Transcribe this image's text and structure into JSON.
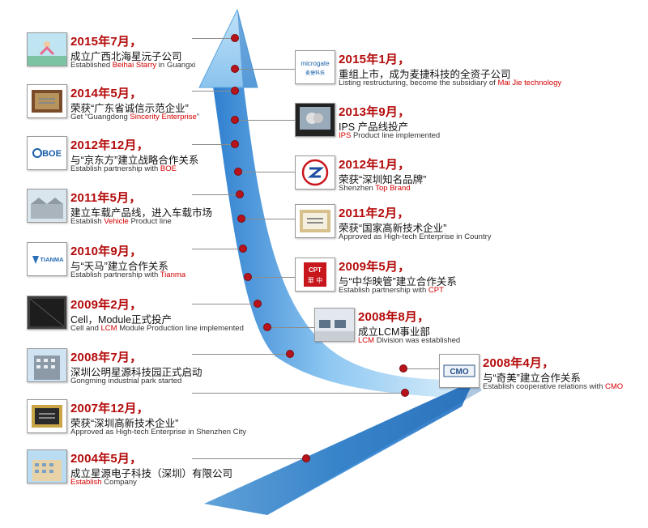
{
  "events": [
    {
      "side": "left",
      "date": "2015年7月，",
      "zh": "成立广西北海星沅子公司",
      "en_pre": "Established ",
      "en_hl": "Beihai Starry",
      "en_post": " in Guangxi",
      "icon": "yoga-photo-icon"
    },
    {
      "side": "right",
      "date": "2015年1月，",
      "zh": "重组上市，成为麦捷科技的全资子公司",
      "en_pre": "Listing restructuring, become the subsidiary of ",
      "en_hl": "Mai Jie technology",
      "en_post": "",
      "icon": "microgate-logo-icon",
      "logo_text": "microgate",
      "logo_sub": "麦捷科技"
    },
    {
      "side": "left",
      "date": "2014年5月，",
      "zh": "荣获“广东省诚信示范企业”",
      "en_pre": "Get “Guangdong ",
      "en_hl": "Sincerity Enterprise",
      "en_post": "”",
      "icon": "plaque-icon"
    },
    {
      "side": "right",
      "date": "2013年9月，",
      "zh": "IPS 产品线投产",
      "en_pre": "",
      "en_hl": "IPS",
      "en_post": " Product line implemented",
      "icon": "ips-monitor-icon"
    },
    {
      "side": "left",
      "date": "2012年12月，",
      "zh": "与“京东方”建立战略合作关系",
      "en_pre": "Establish partnership with ",
      "en_hl": "BOE",
      "en_post": "",
      "icon": "boe-logo-icon",
      "logo_text": "BOE"
    },
    {
      "side": "right",
      "date": "2012年1月，",
      "zh": "荣获“深圳知名品牌”",
      "en_pre": "Shenzhen ",
      "en_hl": "Top Brand",
      "en_post": "",
      "icon": "brand-seal-icon"
    },
    {
      "side": "left",
      "date": "2011年5月，",
      "zh": "建立车载产品线，进入车载市场",
      "en_pre": "Establish ",
      "en_hl": "Vehicle",
      "en_post": " Product line",
      "icon": "factory-photo-icon"
    },
    {
      "side": "right",
      "date": "2011年2月，",
      "zh": "荣获“国家高新技术企业”",
      "en_pre": "Approved as High-tech Enterprise in Country",
      "en_hl": "",
      "en_post": "",
      "icon": "certificate-icon"
    },
    {
      "side": "left",
      "date": "2010年9月，",
      "zh": "与“天马”建立合作关系",
      "en_pre": "Establish partnership with ",
      "en_hl": "Tianma",
      "en_post": "",
      "icon": "tianma-logo-icon",
      "logo_text": "TIANMA"
    },
    {
      "side": "right",
      "date": "2009年5月，",
      "zh": "与“中华映管”建立合作关系",
      "en_pre": "Establish partnership with  ",
      "en_hl": "CPT",
      "en_post": "",
      "icon": "cpt-logo-icon",
      "logo_text": "CPT",
      "logo_sub": "華 中"
    },
    {
      "side": "left",
      "date": "2009年2月，",
      "zh": "Cell，Module正式投产",
      "en_pre": "Cell and ",
      "en_hl": "LCM",
      "en_post": " Module Production line implemented",
      "icon": "lcd-panel-icon"
    },
    {
      "side": "right",
      "date": "2008年8月，",
      "zh": "成立LCM事业部",
      "en_pre": "",
      "en_hl": "LCM",
      "en_post": " Division was established",
      "icon": "office-photo-icon"
    },
    {
      "side": "left",
      "date": "2008年7月，",
      "zh": "深圳公明星源科技园正式启动",
      "en_pre": "Gongming industrial park started",
      "en_hl": "",
      "en_post": "",
      "icon": "building-photo-icon"
    },
    {
      "side": "right",
      "date": "2008年4月，",
      "zh": "与“奇美”建立合作关系",
      "en_pre": "Establish cooperative relations with ",
      "en_hl": "CMO",
      "en_post": "",
      "icon": "cmo-logo-icon",
      "logo_text": "CMO"
    },
    {
      "side": "left",
      "date": "2007年12月，",
      "zh": "荣获“深圳高新技术企业”",
      "en_pre": "Approved as High-tech Enterprise in Shenzhen City",
      "en_hl": "",
      "en_post": "",
      "icon": "certificate-gold-icon"
    },
    {
      "side": "left",
      "date": "2004年5月，",
      "zh": "成立星源电子科技（深圳）有限公司",
      "en_pre": "",
      "en_hl": "Establish",
      "en_post": " Company",
      "icon": "company-building-icon"
    }
  ],
  "colors": {
    "date": "#b40a0a",
    "highlight": "#d40000",
    "dot": "#b8131b",
    "arrow": "#3d8fd8"
  }
}
